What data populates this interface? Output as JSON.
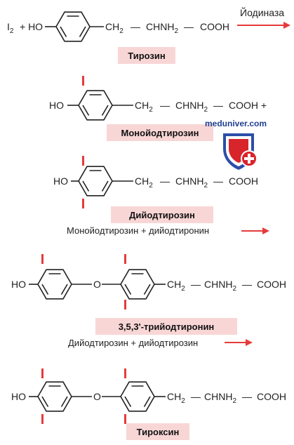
{
  "colors": {
    "arrow": "#e53b3b",
    "iodine_marker": "#e53b3b",
    "label_bg": "#f9d6d6",
    "shield_blue": "#2b4fa8",
    "shield_red": "#d8242b",
    "watermark": "#1f3f8f"
  },
  "texts": {
    "iodine_left": "I",
    "iodine_sub": "2",
    "plus_ho": "+ HO",
    "ho": "HO",
    "o_bridge": "O",
    "ch": "CH",
    "two": "2",
    "dash1": "—",
    "chnh": "CHNH",
    "cooh": "COOH",
    "cooh_plus": "COOH +",
    "enzyme": "Йодиназа",
    "label_tyrosine": "Тирозин",
    "label_mit": "Монойодтирозин",
    "label_dit": "Дийодтирозин",
    "eq_mit_dit": "Монойодтирозин + дийодтиронин",
    "label_t3": "3,5,3'-трийодтиронин",
    "eq_dit_dit": "Дийодтирозин + дийодтирозин",
    "label_t4": "Тироксин",
    "watermark": "meduniver.com"
  },
  "icons": [
    "arrow-right-icon",
    "shield-cross-icon",
    "benzene-ring-icon",
    "iodine-marker-icon"
  ]
}
